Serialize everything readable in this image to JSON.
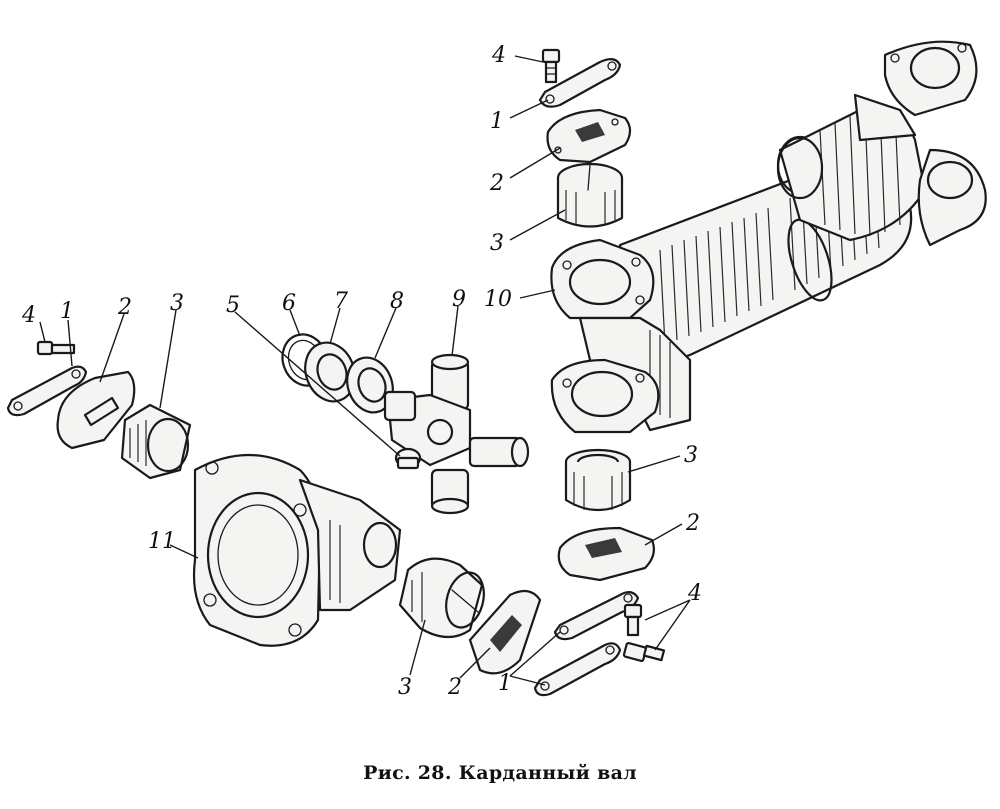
{
  "caption": "Рис. 28. Карданный вал",
  "callouts": [
    {
      "id": "c4a",
      "text": "4"
    },
    {
      "id": "c1a",
      "text": "1"
    },
    {
      "id": "c2a",
      "text": "2"
    },
    {
      "id": "c3a",
      "text": "3"
    },
    {
      "id": "c10",
      "text": "10"
    },
    {
      "id": "c4b",
      "text": "4"
    },
    {
      "id": "c1b",
      "text": "1"
    },
    {
      "id": "c2b",
      "text": "2"
    },
    {
      "id": "c3b",
      "text": "3"
    },
    {
      "id": "c5",
      "text": "5"
    },
    {
      "id": "c6",
      "text": "6"
    },
    {
      "id": "c7",
      "text": "7"
    },
    {
      "id": "c8",
      "text": "8"
    },
    {
      "id": "c9",
      "text": "9"
    },
    {
      "id": "c3c",
      "text": "3"
    },
    {
      "id": "c2c",
      "text": "2"
    },
    {
      "id": "c4c",
      "text": "4"
    },
    {
      "id": "c11",
      "text": "11"
    },
    {
      "id": "c3d",
      "text": "3"
    },
    {
      "id": "c2d",
      "text": "2"
    },
    {
      "id": "c1c",
      "text": "1"
    }
  ]
}
